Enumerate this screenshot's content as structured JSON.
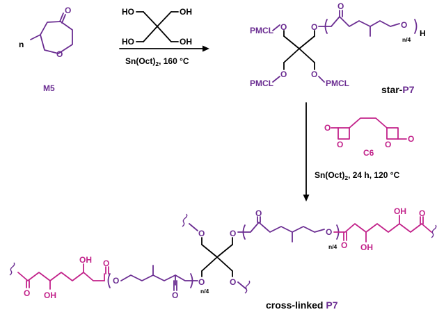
{
  "colors": {
    "purple": "#6a2c91",
    "magenta": "#c2228a",
    "black": "#000000"
  },
  "step1": {
    "coefficient": "n",
    "monomar_label": "M5",
    "reagent_labels": [
      "HO",
      "OH",
      "HO",
      "OH"
    ],
    "conditions": "Sn(Oct)",
    "conditions_sub": "2",
    "conditions_rest": ", 160 °C"
  },
  "star": {
    "arm_labels": [
      "PMCL",
      "PMCL",
      "PMCL"
    ],
    "arm_O": "O",
    "carbonyl_O": "O",
    "end_O": "O",
    "end_H": "H",
    "repeat": "n/4",
    "name_prefix": "star-",
    "name_suffix": "P7"
  },
  "step2": {
    "crosslinker_label": "C6",
    "crosslinker_O": [
      "O",
      "O",
      "O",
      "O"
    ],
    "conditions": "Sn(Oct)",
    "conditions_sub": "2",
    "conditions_rest": ", 24 h, 120 °C"
  },
  "product": {
    "O_label": "O",
    "OH_label": "OH",
    "repeat": "n/4",
    "name_prefix": "cross-linked ",
    "name_suffix": "P7"
  }
}
